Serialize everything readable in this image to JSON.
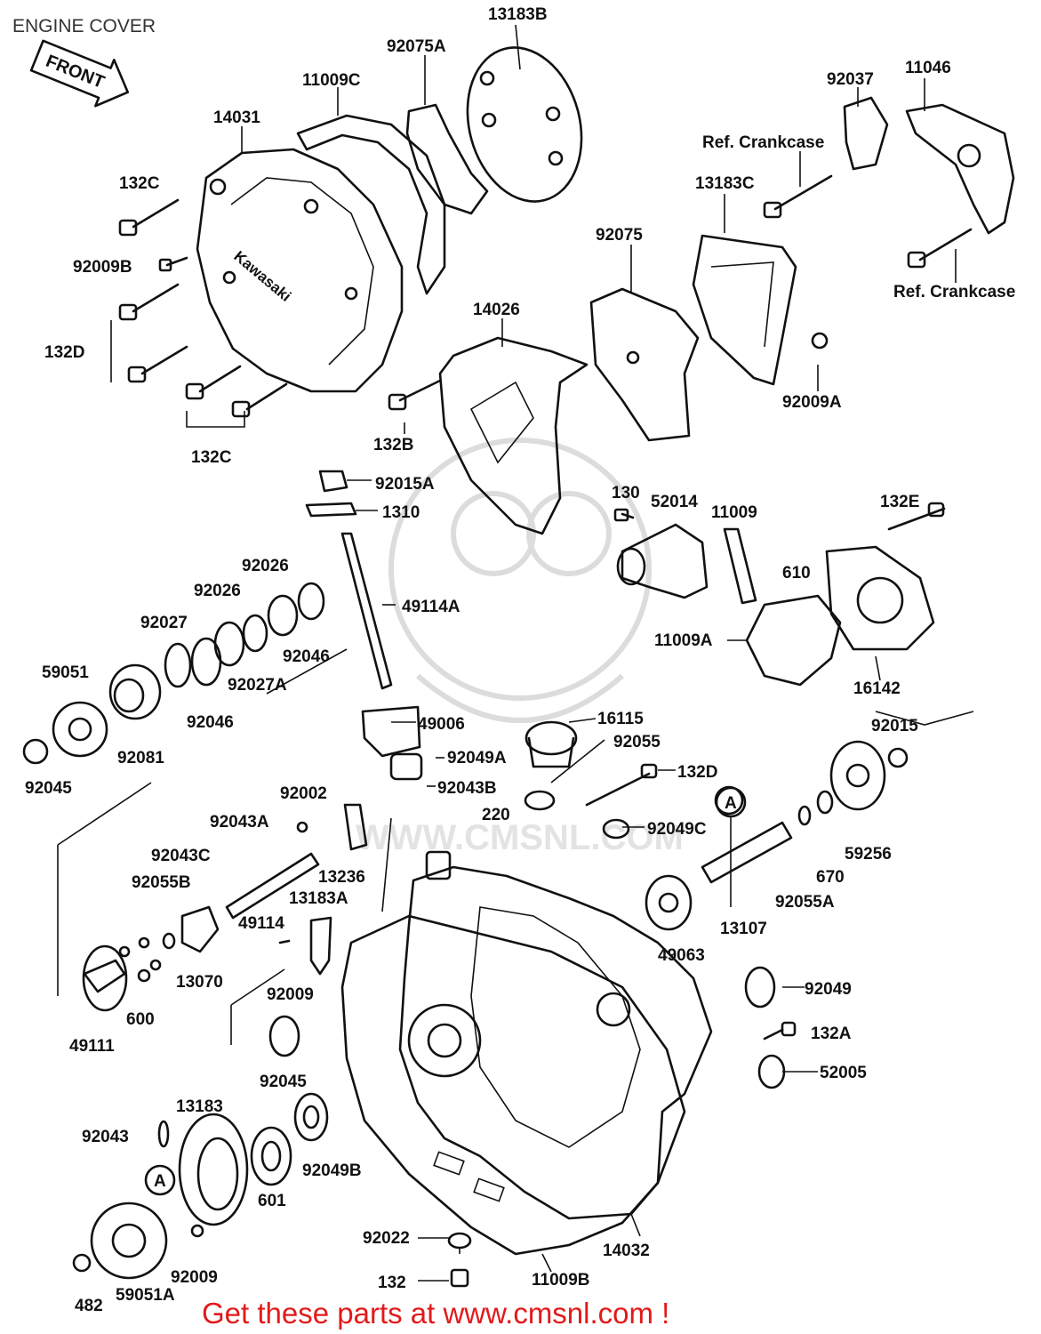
{
  "title": "ENGINE COVER",
  "front_arrow": "FRONT",
  "brand_mark": "Kawasaki",
  "watermark": "WWW.CMSNL.COM",
  "footer": "Get these parts at www.cmsnl.com !",
  "labels": {
    "p13183B": "13183B",
    "p92075A": "92075A",
    "p11009C": "11009C",
    "p14031": "14031",
    "p92037": "92037",
    "p11046": "11046",
    "p132C_top": "132C",
    "ref_crankcase_1": "Ref. Crankcase",
    "p13183C": "13183C",
    "p92009B": "92009B",
    "p92075": "92075",
    "ref_crankcase_2": "Ref. Crankcase",
    "p132D_left": "132D",
    "p14026": "14026",
    "p92009A": "92009A",
    "p132B": "132B",
    "p132C_bottom": "132C",
    "p92015A": "92015A",
    "p1310": "1310",
    "p130": "130",
    "p52014": "52014",
    "p11009": "11009",
    "p132E": "132E",
    "p92026_a": "92026",
    "p92026_b": "92026",
    "p49114A": "49114A",
    "p610": "610",
    "p92027": "92027",
    "p92046_a": "92046",
    "p11009A": "11009A",
    "p59051": "59051",
    "p92027A": "92027A",
    "p16142": "16142",
    "p92046_b": "92046",
    "p49006": "49006",
    "p16115": "16115",
    "p92015": "92015",
    "p92055": "92055",
    "p92081": "92081",
    "p92049A": "92049A",
    "p132D_right": "132D",
    "p92045_a": "92045",
    "p92002": "92002",
    "p92043B": "92043B",
    "p92043A": "92043A",
    "p220": "220",
    "p92049C": "92049C",
    "p92043C": "92043C",
    "p13236": "13236",
    "p59256": "59256",
    "p92055B": "92055B",
    "p670": "670",
    "p13183A": "13183A",
    "p92055A": "92055A",
    "p49114": "49114",
    "p13107": "13107",
    "p49063": "49063",
    "p13070": "13070",
    "p600": "600",
    "p92009_a": "92009",
    "p92049": "92049",
    "p49111": "49111",
    "p132A": "132A",
    "p92045_b": "92045",
    "p52005": "52005",
    "p13183": "13183",
    "p92043": "92043",
    "p92049B": "92049B",
    "p601": "601",
    "p92022": "92022",
    "p14032": "14032",
    "p92009_b": "92009",
    "p132": "132",
    "p11009B": "11009B",
    "p482": "482",
    "p59051A": "59051A",
    "ref_A_1": "A",
    "ref_A_2": "A"
  }
}
